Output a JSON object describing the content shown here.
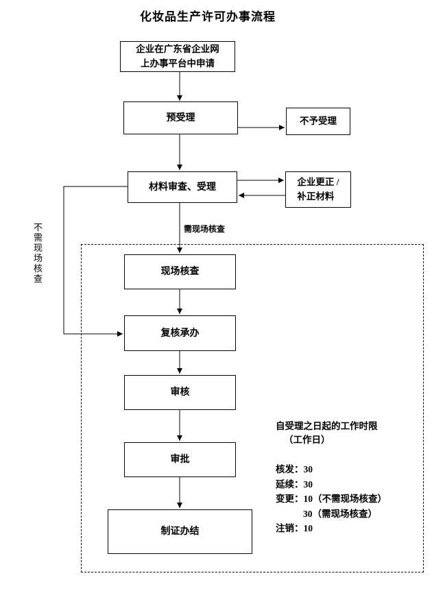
{
  "title": "化妆品生产许可办事流程",
  "nodes": {
    "apply": "企业在广东省企业网\n上办事平台中申请",
    "pre_accept": "预受理",
    "reject": "不予受理",
    "review": "材料审查、受理",
    "correct": "企业更正 /\n补正材料",
    "onsite_check": "现场核查",
    "recheck": "复核承办",
    "audit": "审核",
    "approve": "审批",
    "complete": "制证办结"
  },
  "labels": {
    "need_onsite": "需现场核查",
    "no_need_onsite": "不需现场核查"
  },
  "time_limits": {
    "heading_line1": "自受理之日起的工作时限",
    "heading_line2": "（工作日）",
    "items": [
      "核发：30",
      "延续：30",
      "变更：10（不需现场核查）",
      "30（需现场核查）",
      "注销：10"
    ]
  }
}
